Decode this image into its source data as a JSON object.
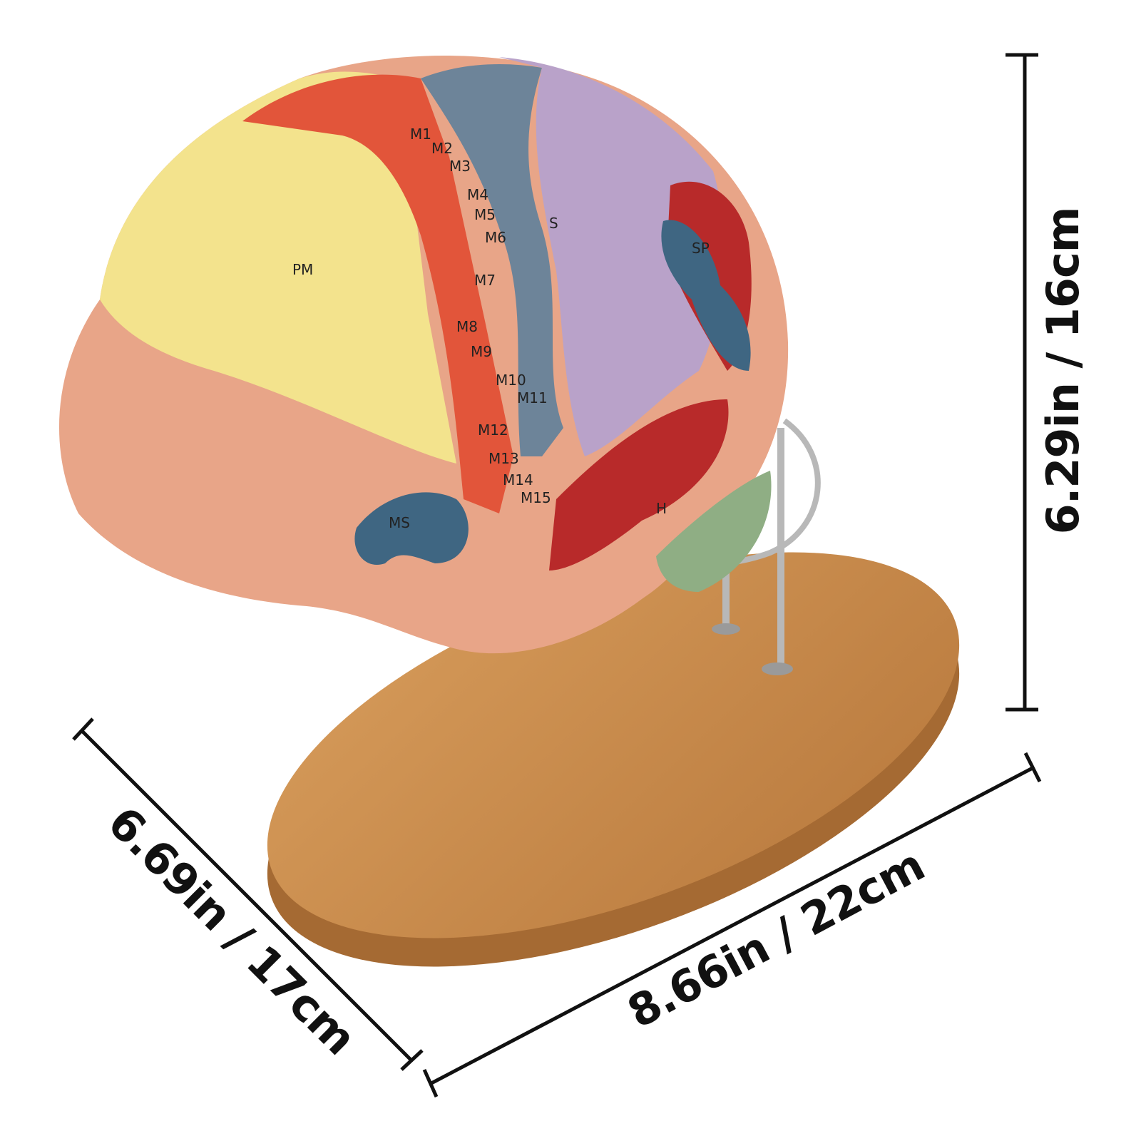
{
  "dimensions": {
    "height": "6.29in / 16cm",
    "depth": "6.69in / 17cm",
    "width": "8.66in / 22cm"
  },
  "model_labels": [
    "M1",
    "M2",
    "M3",
    "M4",
    "M5",
    "M6",
    "M7",
    "M8",
    "M9",
    "M10",
    "M11",
    "M12",
    "M13",
    "M14",
    "M15",
    "PM",
    "S",
    "SP",
    "H",
    "MS"
  ],
  "colors": {
    "frontal": "#f3e38d",
    "motor": "#e2553a",
    "sensory": "#6d8499",
    "parietal": "#b9a2c9",
    "temporal": "#e8a588",
    "red_area": "#b82a2a",
    "cerebellum": "#8fae84",
    "wood": "#c98a4b",
    "dimension_line": "#111111"
  }
}
